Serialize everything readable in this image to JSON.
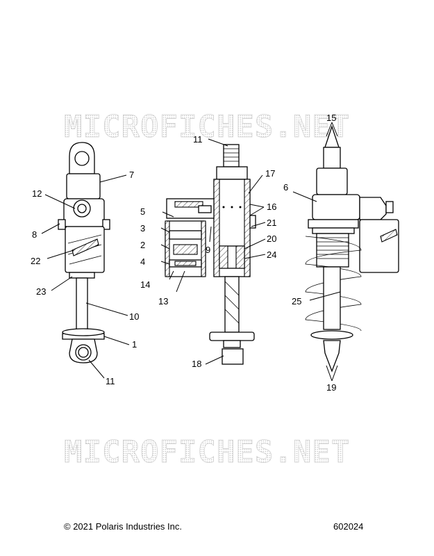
{
  "watermark": "MICROFICHES.NET",
  "callouts": [
    "1",
    "2",
    "3",
    "4",
    "5",
    "6",
    "7",
    "8",
    "9",
    "10",
    "11",
    "11",
    "12",
    "13",
    "14",
    "15",
    "16",
    "17",
    "18",
    "19",
    "20",
    "21",
    "22",
    "23",
    "24",
    "25"
  ],
  "footer": {
    "copyright": "© 2021 Polaris Industries Inc.",
    "figure_number": "602024"
  }
}
